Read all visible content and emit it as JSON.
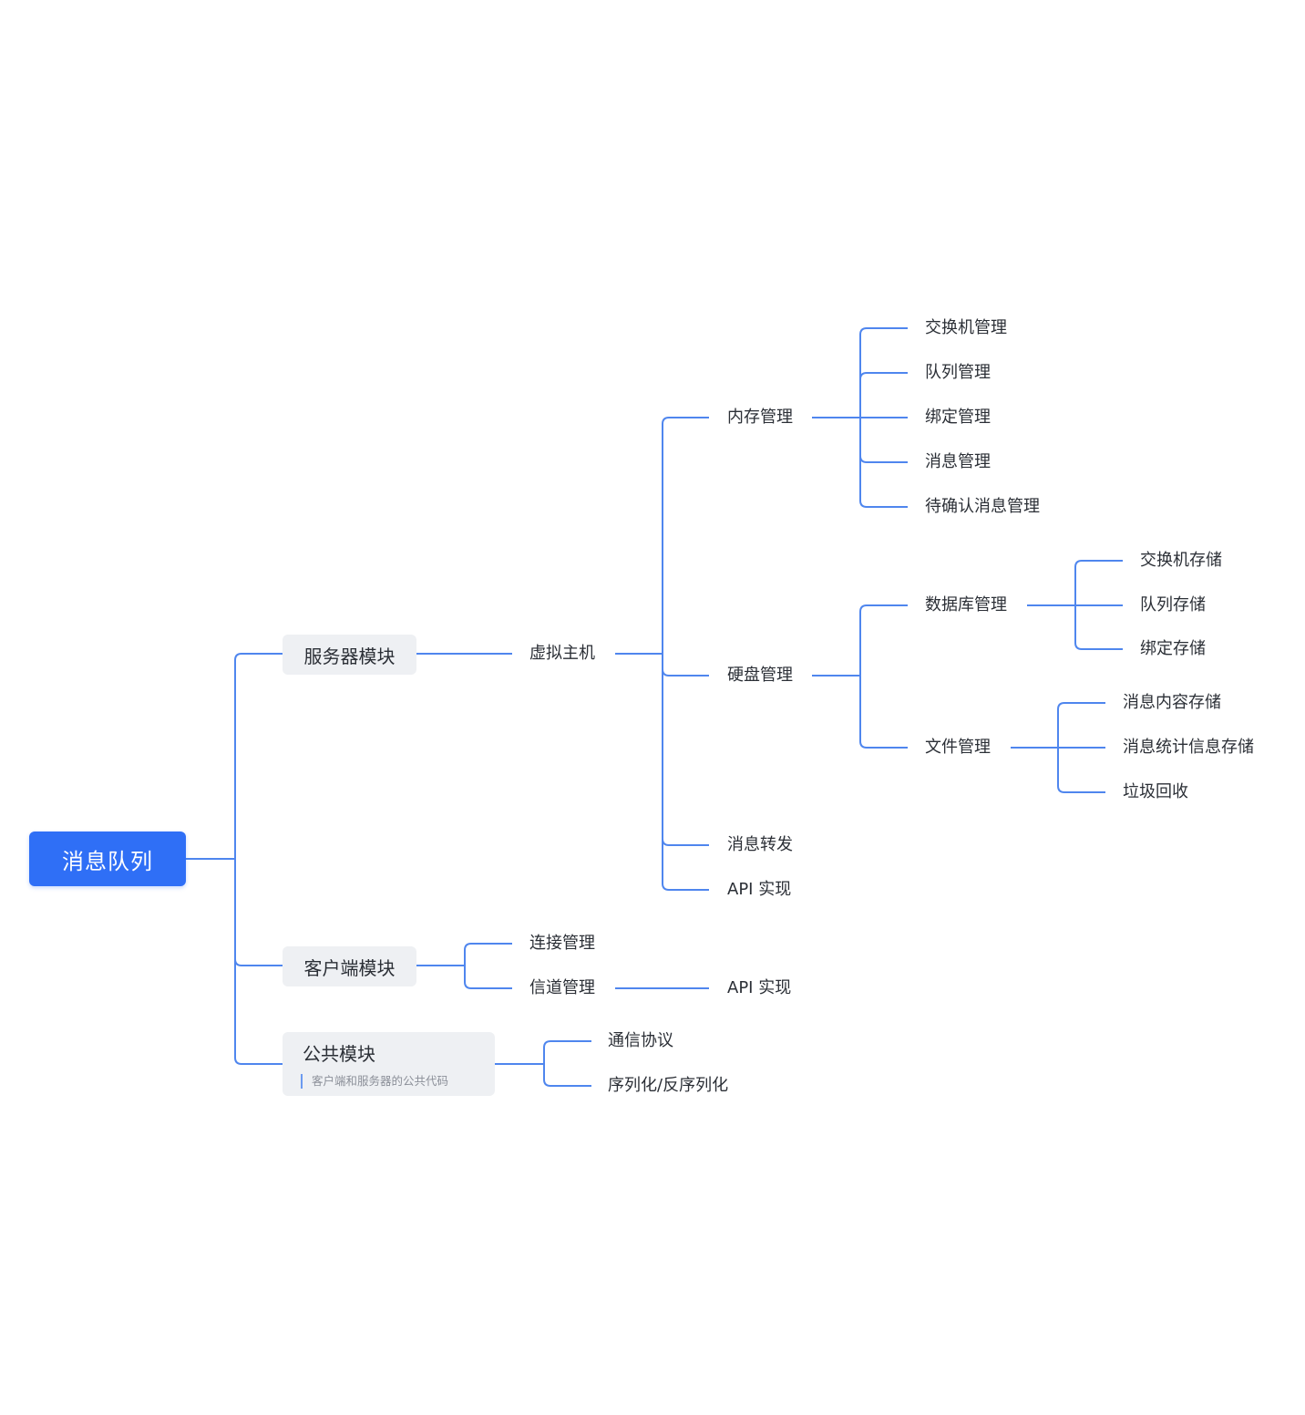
{
  "root": {
    "label": "消息队列"
  },
  "server_module": {
    "label": "服务器模块",
    "virtual_host": {
      "label": "虚拟主机",
      "memory": {
        "label": "内存管理",
        "items": [
          "交换机管理",
          "队列管理",
          "绑定管理",
          "消息管理",
          "待确认消息管理"
        ]
      },
      "disk": {
        "label": "硬盘管理",
        "database": {
          "label": "数据库管理",
          "items": [
            "交换机存储",
            "队列存储",
            "绑定存储"
          ]
        },
        "file": {
          "label": "文件管理",
          "items": [
            "消息内容存储",
            "消息统计信息存储",
            "垃圾回收"
          ]
        }
      },
      "forward": {
        "label": "消息转发"
      },
      "api": {
        "label": "API 实现"
      }
    }
  },
  "client_module": {
    "label": "客户端模块",
    "connection": {
      "label": "连接管理"
    },
    "channel": {
      "label": "信道管理",
      "api": {
        "label": "API 实现"
      }
    }
  },
  "common_module": {
    "label": "公共模块",
    "note": "客户端和服务器的公共代码",
    "items": [
      "通信协议",
      "序列化/反序列化"
    ]
  },
  "colors": {
    "root_fill": "#2f6ff6",
    "connector": "#4f86ee",
    "box_fill": "#eef0f3"
  }
}
